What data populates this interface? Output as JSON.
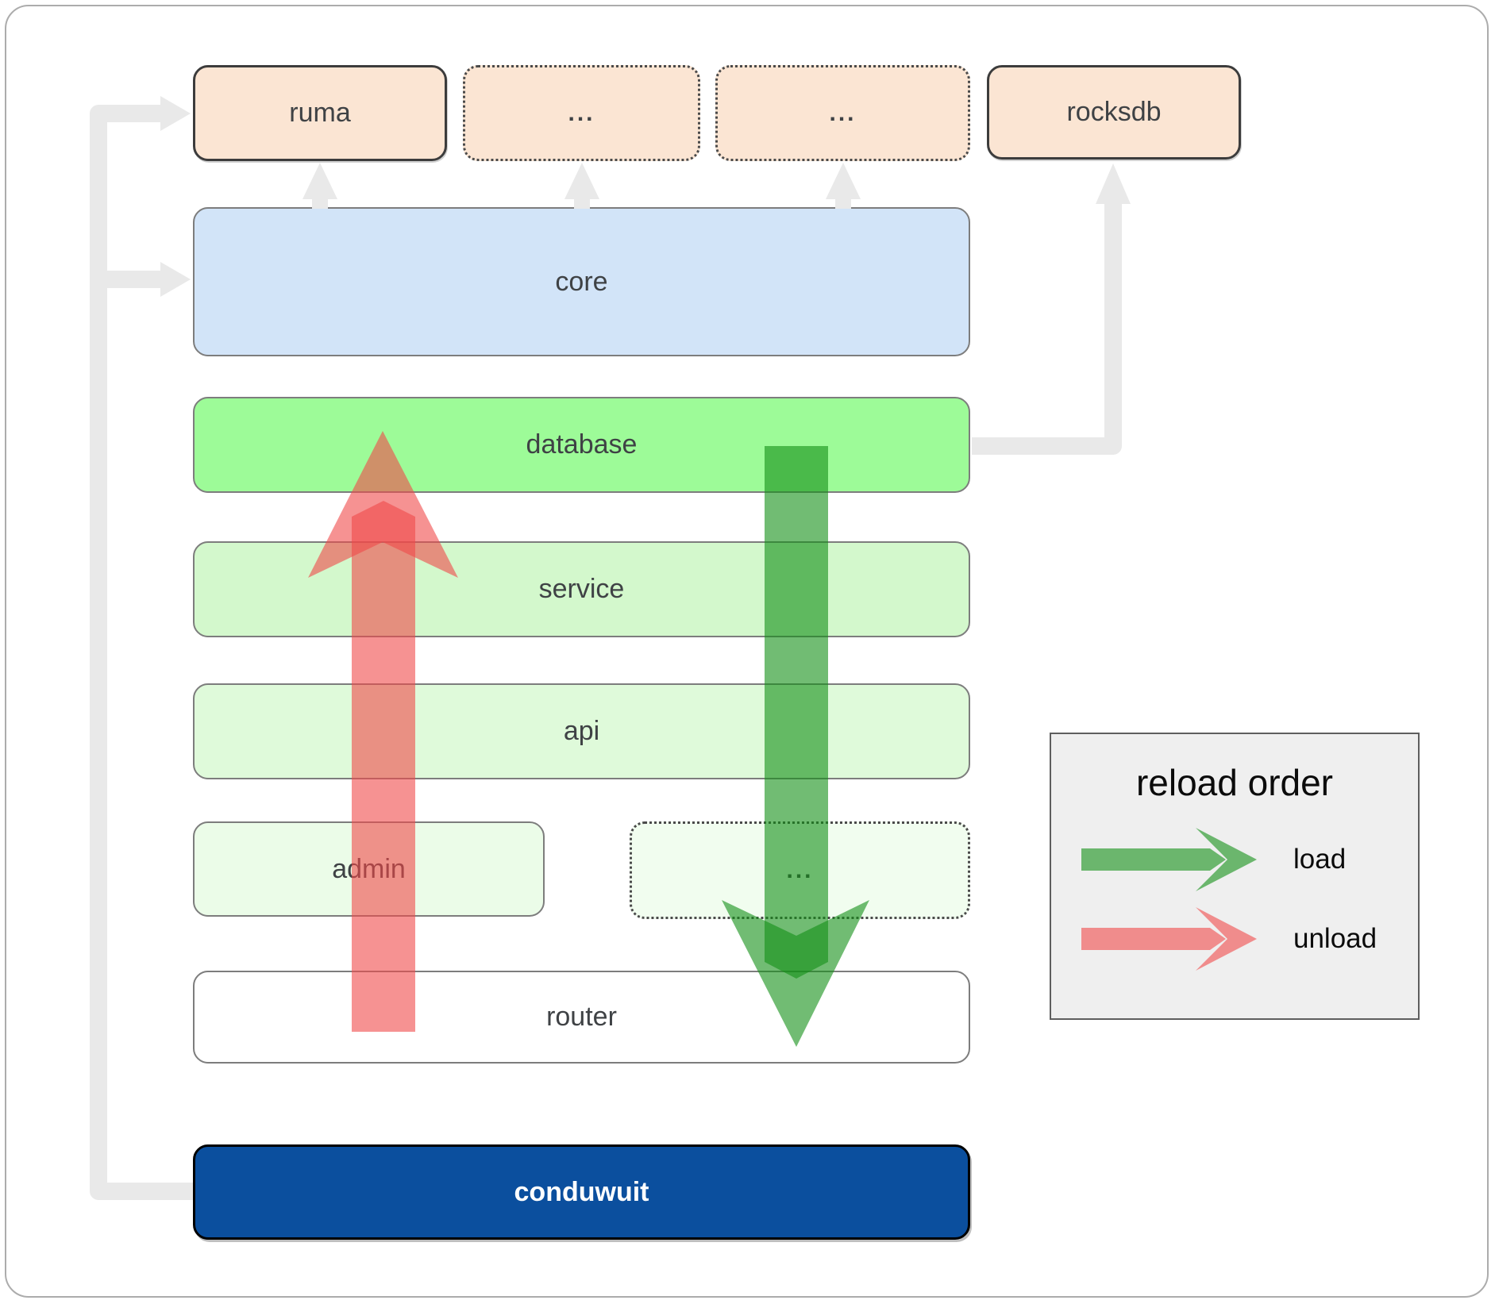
{
  "diagram": {
    "top_row": {
      "ruma": "ruma",
      "ellipsis1": "...",
      "ellipsis2": "...",
      "rocksdb": "rocksdb"
    },
    "layers": {
      "core": "core",
      "database": "database",
      "service": "service",
      "api": "api",
      "admin": "admin",
      "ellipsis3": "...",
      "router": "router",
      "app": "conduwuit"
    }
  },
  "legend": {
    "title": "reload order",
    "load_label": "load",
    "unload_label": "unload"
  },
  "colors": {
    "connector_gray": "#E9E9E9",
    "load_green": "#128F16",
    "unload_red": "#F04A4A",
    "peach": "#FBE5D3",
    "core_blue": "#D2E4F8",
    "database_green": "#9DFB98",
    "service_green": "#D3F8CC",
    "api_green": "#DFFADA",
    "admin_green": "#EBFCE8",
    "ellipsis_green": "#F1FDEF",
    "router_white": "#FFFFFF",
    "app_blue": "#0B4F9E"
  }
}
